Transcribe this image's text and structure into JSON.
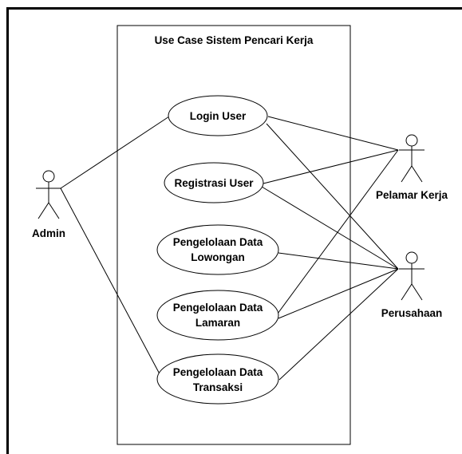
{
  "system": {
    "title": "Use Case Sistem Pencari Kerja"
  },
  "actors": {
    "admin": "Admin",
    "pelamar": "Pelamar Kerja",
    "perusahaan": "Perusahaan"
  },
  "use_cases": {
    "login": [
      "Login User"
    ],
    "registrasi": [
      "Registrasi User"
    ],
    "lowongan": [
      "Pengelolaan Data",
      "Lowongan"
    ],
    "lamaran": [
      "Pengelolaan Data",
      "Lamaran"
    ],
    "transaksi": [
      "Pengelolaan Data",
      "Transaksi"
    ]
  },
  "colors": {
    "stroke": "#000000",
    "background": "#ffffff"
  }
}
